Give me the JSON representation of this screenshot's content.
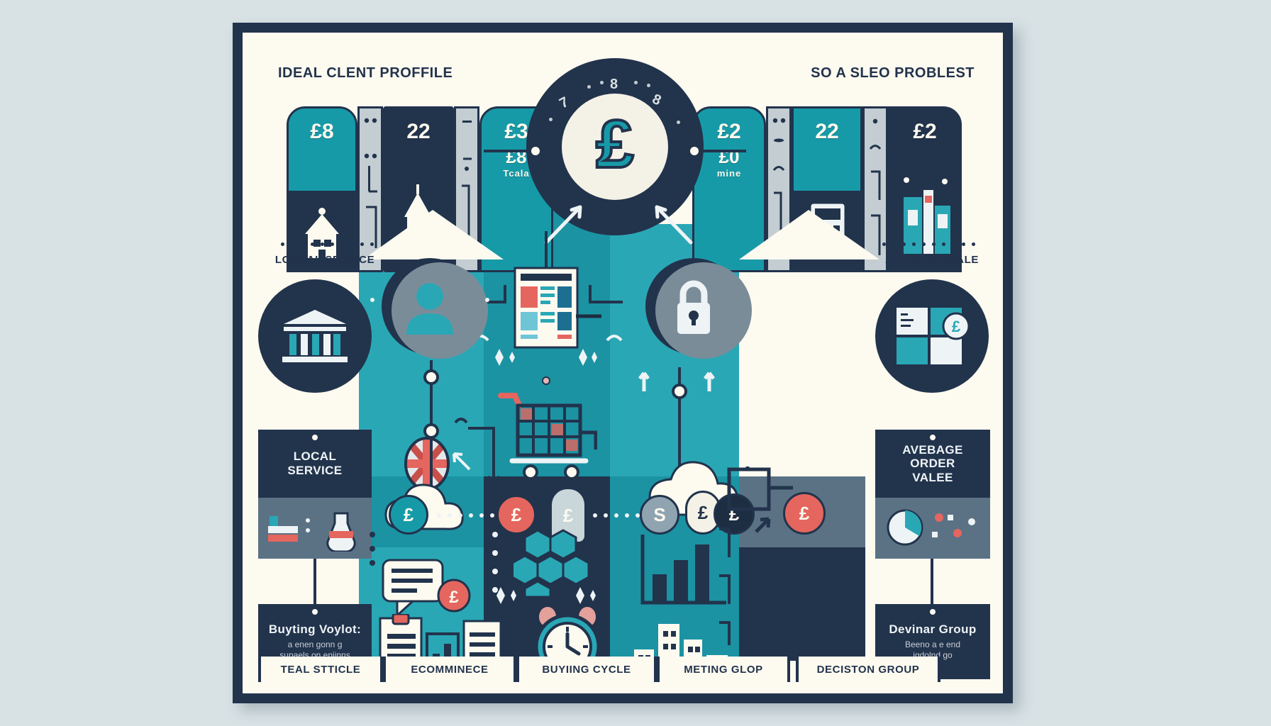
{
  "poster": {
    "background_color": "#d8e2e5",
    "frame_color": "#22334c",
    "canvas_color": "#fdfaf0",
    "accent_teal": "#179aa8",
    "accent_red": "#e4665e",
    "accent_grey": "#c3cdd2"
  },
  "headers": {
    "left": "IDEAL CLENT PROFFILE",
    "right": "SO A SLEO PROBLEST"
  },
  "medallion": {
    "currency_symbol": "£",
    "arc_numbers": [
      "7",
      "8",
      "8"
    ]
  },
  "metric_tiles": [
    {
      "value": "£8",
      "sub": "",
      "caption": "",
      "style": "teal"
    },
    {
      "value": "22",
      "sub": "",
      "caption": "",
      "style": "navy"
    },
    {
      "value": "£3",
      "sub": "£8",
      "caption": "Tcala",
      "style": "teal"
    },
    {
      "value": "£2",
      "sub": "£0",
      "caption": "mine",
      "style": "teal"
    },
    {
      "value": "22",
      "sub": "",
      "caption": "",
      "style": "teal"
    },
    {
      "value": "£2",
      "sub": "",
      "caption": "",
      "style": "navy"
    }
  ],
  "section_labels": {
    "left": "LOCCAL SERVICE",
    "right": "AVERNGL STALE"
  },
  "plates": [
    {
      "title_line1": "LOCAL",
      "title_line2": "SERVICE",
      "subtitle": ""
    },
    {
      "title_line1": "AVEBAGE ORDER",
      "title_line2": "VALEE",
      "subtitle": ""
    },
    {
      "title_line1": "Buyting Voylot:",
      "title_line2": "",
      "subtitle": "a enen gonn g\nsupaels on eniinns"
    },
    {
      "title_line1": "Devinar Group",
      "title_line2": "",
      "subtitle": "Beeno a e end\nigdolnd go"
    }
  ],
  "footer_tabs": [
    "TEAL STTICLE",
    "ECOMMINECE",
    "BUYIING CYCLE",
    "METING GLOP",
    "DECISTON GROUP"
  ],
  "coins": [
    {
      "label": "£",
      "style": "teal"
    },
    {
      "label": "£",
      "style": "red"
    },
    {
      "label": "£",
      "style": "pill"
    },
    {
      "label": "S",
      "style": "grey"
    },
    {
      "label": "£",
      "style": "white"
    },
    {
      "label": "£",
      "style": "navy"
    },
    {
      "label": "£",
      "style": "red"
    }
  ],
  "icons": {
    "person": "person-avatar-icon",
    "lock": "padlock-icon",
    "cart": "shopping-cart-icon",
    "browser": "browser-window-icon",
    "flag": "uk-flag-icon",
    "cloud": "cloud-icon",
    "bank": "bank-building-icon",
    "clock": "alarm-clock-icon",
    "chart": "bar-chart-icon",
    "pie": "pie-chart-icon",
    "grid": "honeycomb-grid-icon",
    "chat": "chat-bubble-icon",
    "doc": "document-icon",
    "city": "city-skyline-icon",
    "calc": "calculator-icon",
    "church": "church-building-icon"
  }
}
